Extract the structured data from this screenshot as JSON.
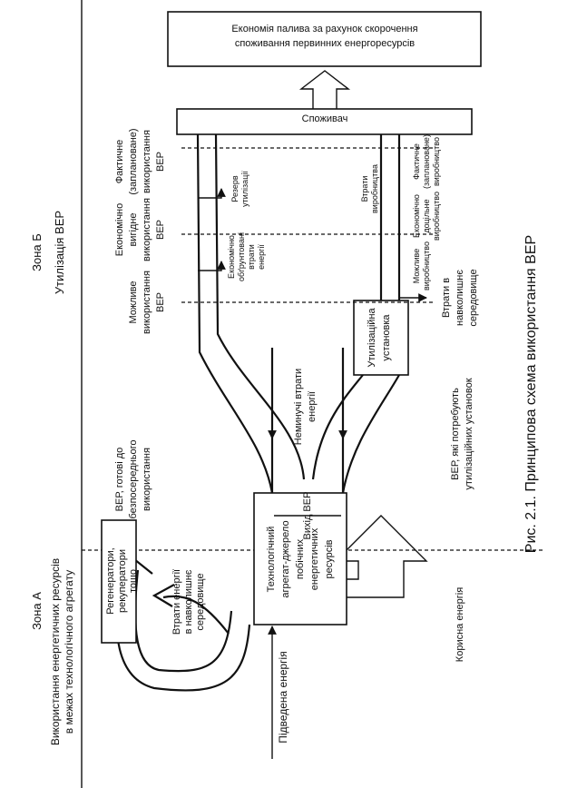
{
  "caption": "Рис. 2.1. Принципова схема використання ВЕР",
  "zones": {
    "zone_a": {
      "title": "Зона А",
      "line1": "Використання енергетичних ресурсів",
      "line2": "в межах технологічного агрегату"
    },
    "zone_b": {
      "title": "Зона Б",
      "subtitle": "Утилізація ВЕР"
    }
  },
  "boxes": {
    "regenerators": [
      "Регенератори,",
      "рекуператори",
      "тощо"
    ],
    "tech_unit": [
      "Технологічний",
      "агрегат-джерело",
      "побічних",
      "енергетичних",
      "ресурсів"
    ],
    "utilization_unit": [
      "Утилізаційна",
      "установка"
    ],
    "consumer": "Споживач",
    "economy": [
      "Економія палива за рахунок скорочення",
      "споживання первинних енергоресурсів"
    ]
  },
  "labels": {
    "supplied_energy": "Підведена енергія",
    "useful_energy": "Корисна енергія",
    "loss_env_a": [
      "Втрати енергії",
      "в навколишнє",
      "середовище"
    ],
    "ver_output": "Вихід ВЕР",
    "ver_direct": [
      "ВЕР, готові до",
      "безпосереднього",
      "використання"
    ],
    "ver_util": [
      "ВЕР, які потребують",
      "утилізаційних установок"
    ],
    "unavoidable_losses": [
      "Неминучі втрати",
      "енергії"
    ],
    "loss_env_b": [
      "Втрати в",
      "навколишнє",
      "середовище"
    ],
    "justified_losses": [
      "Економічно",
      "обґрунтовані",
      "втрати",
      "енергії"
    ],
    "reserve": [
      "Резерв",
      "утилізації"
    ],
    "production_losses": [
      "Втрати",
      "виробництва"
    ],
    "possible_use": [
      "Можливе",
      "використання",
      "ВЕР"
    ],
    "economic_use": [
      "Економічно",
      "вигідне",
      "використання",
      "ВЕР"
    ],
    "actual_use": [
      "Фактичне",
      "(заплановане)",
      "використання",
      "ВЕР"
    ],
    "possible_prod": [
      "Можливе",
      "виробництво"
    ],
    "economic_prod": [
      "Економічно",
      "доцільне",
      "виробництво"
    ],
    "actual_prod": [
      "Фактичне",
      "(заплановане)",
      "виробництво"
    ]
  }
}
